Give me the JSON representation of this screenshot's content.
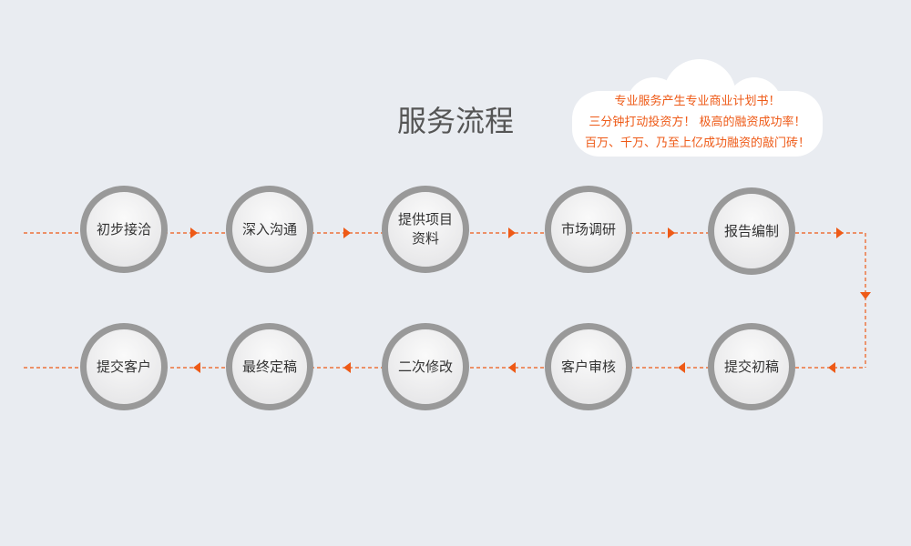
{
  "title": "服务流程",
  "cloud": {
    "lines": [
      "专业服务产生专业商业计划书！",
      "三分钟打动投资方！ 极高的融资成功率！",
      "百万、千万、乃至上亿成功融资的敲门砖！"
    ]
  },
  "steps": [
    "初步接洽",
    "深入沟通",
    "提供项目资料",
    "市场调研",
    "报告编制",
    "提交初稿",
    "客户审核",
    "二次修改",
    "最终定稿",
    "提交客户"
  ],
  "colors": {
    "accent": "#ee5a17",
    "ring": "#999999"
  }
}
